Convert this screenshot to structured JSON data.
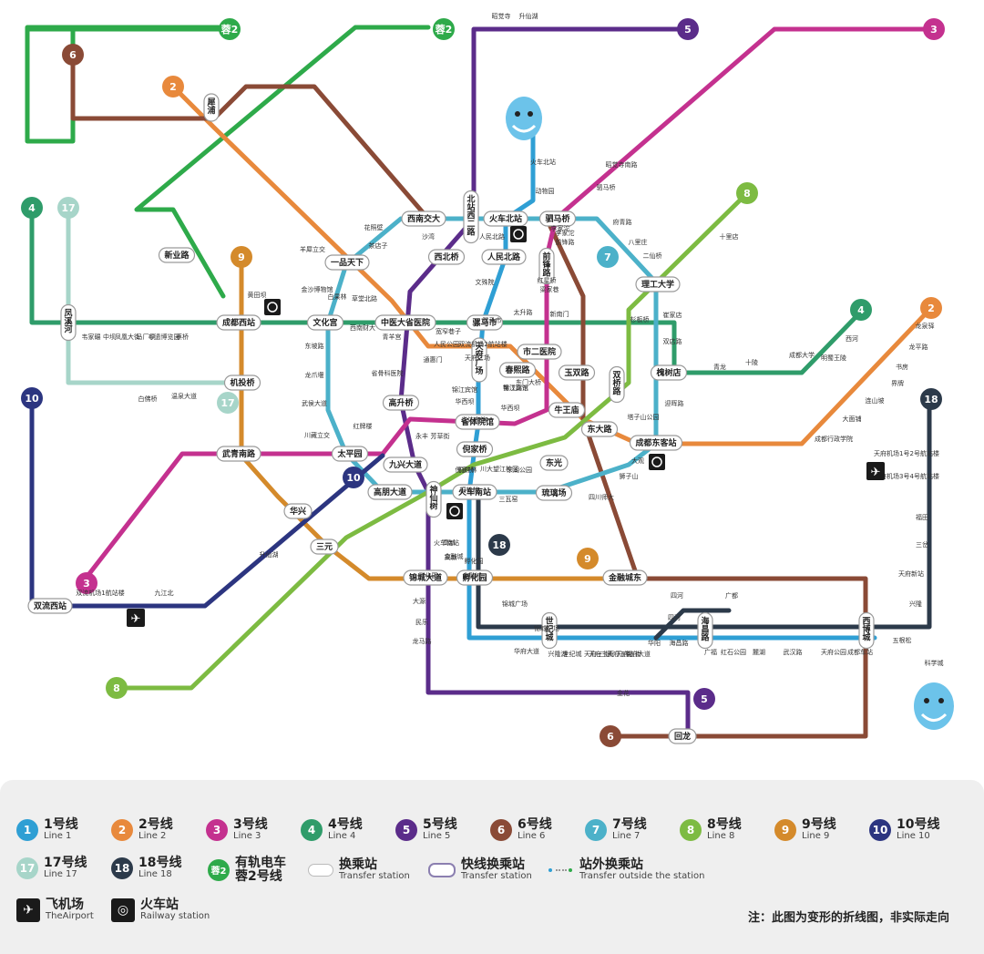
{
  "lines": [
    {
      "id": "1",
      "color": "#2f9fd4"
    },
    {
      "id": "2",
      "color": "#e8893c"
    },
    {
      "id": "3",
      "color": "#c4318f"
    },
    {
      "id": "4",
      "color": "#2f9c6a"
    },
    {
      "id": "5",
      "color": "#5b2c8a"
    },
    {
      "id": "6",
      "color": "#8a4a36"
    },
    {
      "id": "7",
      "color": "#4cb1c9"
    },
    {
      "id": "8",
      "color": "#7dbb42"
    },
    {
      "id": "9",
      "color": "#d48a2b"
    },
    {
      "id": "10",
      "color": "#2c3580"
    },
    {
      "id": "17",
      "color": "#a7d5c9"
    },
    {
      "id": "18",
      "color": "#2c3a4a"
    },
    {
      "id": "蓉2",
      "color": "#2eaa4a"
    }
  ],
  "transfer_stations": [
    "犀浦",
    "新业路",
    "一品天下",
    "西南交大",
    "西北桥",
    "北站西二路",
    "火车北站",
    "人民北路",
    "驷马桥",
    "前锋路",
    "理工大学",
    "凤溪河",
    "成都西站",
    "文化宫",
    "中医大省医院",
    "骡马市",
    "市二医院",
    "天府广场",
    "春熙路",
    "玉双路",
    "双桥路",
    "槐树店",
    "机投桥",
    "高升桥",
    "省体院馆",
    "牛王庙",
    "东大路",
    "成都东客站",
    "武青南路",
    "太平园",
    "九兴大道",
    "倪家桥",
    "东光",
    "高朋大道",
    "神仙树",
    "火车南站",
    "琉璃场",
    "华兴",
    "三元",
    "锦城大道",
    "孵化园",
    "金融城东",
    "世纪城",
    "海昌路",
    "西博城",
    "回龙",
    "双流西站"
  ],
  "stations": [
    "天府机场1号2号航站楼",
    "天府机场3号4号航站楼",
    "福田",
    "三岔",
    "天府新站",
    "兴隆",
    "科学城",
    "龙泉驿",
    "龙平路",
    "书房",
    "界牌",
    "连山坡",
    "大面铺",
    "成都行政学院",
    "西河",
    "明蜀王陵",
    "成都大学",
    "十陵",
    "青龙",
    "十里店",
    "大观",
    "狮子山",
    "四川师大",
    "锦江宾馆",
    "华西坝",
    "省骨科医院",
    "青羊宫",
    "通惠门",
    "人民公园",
    "宽窄巷子",
    "东门大桥",
    "太升路",
    "梁家巷",
    "李家沱",
    "府青路",
    "八里庄",
    "二仙桥",
    "杉板桥",
    "崔家店",
    "双店路",
    "迎晖路",
    "塔子山公园",
    "沙湾",
    "花照壁",
    "茶店子",
    "羊犀立交",
    "金沙博物馆",
    "黄田坝",
    "白果林",
    "草堂北路",
    "西南财大",
    "东坡路",
    "龙爪堰",
    "武侯大道",
    "川藏立交",
    "红牌楼",
    "永丰",
    "芳草街",
    "桐梓林",
    "川大望江校区",
    "东湖公园",
    "三瓦窑",
    "高新",
    "金融城",
    "孵化园",
    "锦城广场",
    "华府大道",
    "四河",
    "广都",
    "五根松",
    "兴隆湖",
    "天府三街",
    "天府五街",
    "华阳",
    "海昌路",
    "广福",
    "红石公园",
    "麓湖",
    "武汉路",
    "天府公园",
    "成都车站",
    "大源",
    "民乐",
    "龙马路",
    "金花",
    "升仙湖",
    "动物园",
    "昭觉寺南路",
    "驷马桥",
    "李家沱",
    "前锋路",
    "红星桥",
    "新南门",
    "蜀汉路东",
    "双流机场2航站楼",
    "双流机场1航站楼",
    "九江北",
    "白佛桥",
    "温泉大道",
    "凤凰大街",
    "马厂坝",
    "非遗博览园",
    "蔡桥",
    "中坝",
    "韦家碾",
    "昭觉寺",
    "升仙湖",
    "火车北站",
    "人民北路",
    "文殊院",
    "骡马市",
    "天府广场",
    "锦江宾馆",
    "华西坝",
    "省体育馆",
    "倪家桥",
    "桐梓林",
    "火车南站",
    "高新",
    "金融城",
    "孵化园",
    "锦城广场",
    "世纪城",
    "天府三街",
    "天府五街",
    "华府大道",
    "四河",
    "广都"
  ],
  "map_labels": {
    "line_badges": [
      "1",
      "2",
      "3",
      "4",
      "5",
      "6",
      "7",
      "8",
      "9",
      "10",
      "17",
      "18",
      "蓉2"
    ]
  },
  "legend": {
    "items": [
      {
        "badge": "1",
        "zh": "1号线",
        "en": "Line 1",
        "color": "#2f9fd4"
      },
      {
        "badge": "2",
        "zh": "2号线",
        "en": "Line 2",
        "color": "#e8893c"
      },
      {
        "badge": "3",
        "zh": "3号线",
        "en": "Line 3",
        "color": "#c4318f"
      },
      {
        "badge": "4",
        "zh": "4号线",
        "en": "Line 4",
        "color": "#2f9c6a"
      },
      {
        "badge": "5",
        "zh": "5号线",
        "en": "Line 5",
        "color": "#5b2c8a"
      },
      {
        "badge": "6",
        "zh": "6号线",
        "en": "Line 6",
        "color": "#8a4a36"
      },
      {
        "badge": "7",
        "zh": "7号线",
        "en": "Line 7",
        "color": "#4cb1c9"
      },
      {
        "badge": "8",
        "zh": "8号线",
        "en": "Line 8",
        "color": "#7dbb42"
      },
      {
        "badge": "9",
        "zh": "9号线",
        "en": "Line 9",
        "color": "#d48a2b"
      },
      {
        "badge": "10",
        "zh": "10号线",
        "en": "Line 10",
        "color": "#2c3580"
      },
      {
        "badge": "17",
        "zh": "17号线",
        "en": "Line 17",
        "color": "#a7d5c9"
      },
      {
        "badge": "18",
        "zh": "18号线",
        "en": "Line 18",
        "color": "#2c3a4a"
      }
    ],
    "tram": {
      "badge": "蓉2",
      "zh1": "有轨电车",
      "zh2": "蓉2号线",
      "color": "#2eaa4a"
    },
    "transfer": {
      "zh": "换乘站",
      "en": "Transfer station"
    },
    "express_transfer": {
      "zh": "快线换乘站",
      "en": "Transfer station"
    },
    "outside_transfer": {
      "zh": "站外换乘站",
      "en": "Transfer outside the station"
    },
    "airport": {
      "zh": "飞机场",
      "en": "TheAirport"
    },
    "railway": {
      "zh": "火车站",
      "en": "Railway station"
    },
    "note": "注：此图为变形的折线图，非实际走向"
  }
}
